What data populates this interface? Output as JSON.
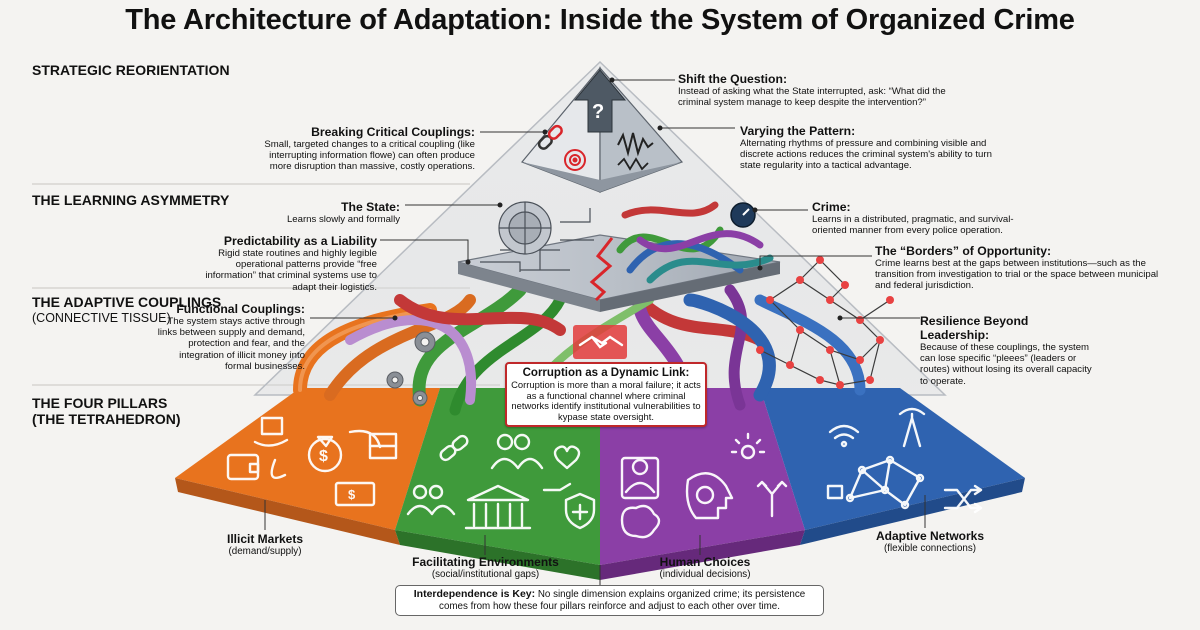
{
  "title": "The Architecture of Adaptation: Inside the System of Organized Crime",
  "sections": {
    "strategic": "STRATEGIC REORIENTATION",
    "learning": "THE LEARNING ASYMMETRY",
    "adaptive_title": "THE ADAPTIVE COUPLINGS",
    "adaptive_sub": "(CONNECTIVE TISSUE)",
    "pillars_title": "THE FOUR PILLARS",
    "pillars_sub": "(THE TETRAHEDRON)"
  },
  "callouts": {
    "shift": {
      "heading": "Shift the Question:",
      "body": "Instead of asking what the State interrupted, ask: “What did the criminal system manage to keep despite the intervention?”"
    },
    "breaking": {
      "heading": "Breaking Critical Couplings:",
      "body": "Small, targeted changes to a critical coupling (like interrupting information flowe) can often produce more disruption than massive, costly operations."
    },
    "varying": {
      "heading": "Varying the Pattern:",
      "body": "Alternating rhythms of pressure and combining visible and discrete actions reduces the criminal system's ability to turn state regularity into a tactical advantage."
    },
    "state": {
      "heading": "The State:",
      "body": "Learns slowly and formally"
    },
    "crime": {
      "heading": "Crime:",
      "body": "Learns in a distributed, pragmatic, and survival-oriented manner from every police operation."
    },
    "predictability": {
      "heading": "Predictability as a Liability",
      "body": "Rigid state routines and highly legible operational patterns provide “free information” that criminal systems use to adapt their logistics."
    },
    "borders": {
      "heading": "The “Borders” of Opportunity:",
      "body": "Crime learns best at the gaps between institutions—such as the transition from investigation to trial or the space between municipal and federal jurisdiction."
    },
    "functional": {
      "heading": "Functional Couplings:",
      "body": "The system stays active through links between supply and demand, protection and fear, and the integration of illicit money into formal businesses."
    },
    "resilience": {
      "heading": "Resilience Beyond Leadership:",
      "body": "Because of these couplings, the system can lose specific “pleees” (leaders or routes) without losing its overall capacity to operate."
    },
    "corruption": {
      "heading": "Corruption as a Dynamic Link:",
      "body": "Corruption is more than a moral failure; it acts as a functional channel where criminal networks identify institutional vulnerabilities to kypase state oversight."
    }
  },
  "pillars": [
    {
      "name": "Illicit Markets",
      "sub": "(demand/supply)",
      "color": "#e8731e"
    },
    {
      "name": "Facilitating Environments",
      "sub": "(social/institutional gaps)",
      "color": "#3f9a3b"
    },
    {
      "name": "Human Choices",
      "sub": "(individual decisions)",
      "color": "#8b3fa6"
    },
    {
      "name": "Adaptive Networks",
      "sub": "(flexible connections)",
      "color": "#2f63b0"
    }
  ],
  "key": {
    "label": "Interdependence is Key:",
    "body": "No single dimension explains organized crime; its persistence comes from how these four pillars reinforce and adjust to each other over time."
  },
  "icons": [
    "question-icon",
    "arrow-up-icon",
    "broken-chain-icon",
    "target-icon",
    "waveform-icon",
    "gauge-icon",
    "handshake-icon",
    "gear-icon",
    "money-bag-icon",
    "cash-icon",
    "wallet-icon",
    "chain-icon",
    "people-icon",
    "heart-hand-icon",
    "bank-icon",
    "shield-cross-icon",
    "person-icon",
    "brain-icon",
    "head-brain-icon",
    "signpost-icon",
    "network-icon",
    "wifi-icon",
    "antenna-icon",
    "shuffle-icon"
  ]
}
